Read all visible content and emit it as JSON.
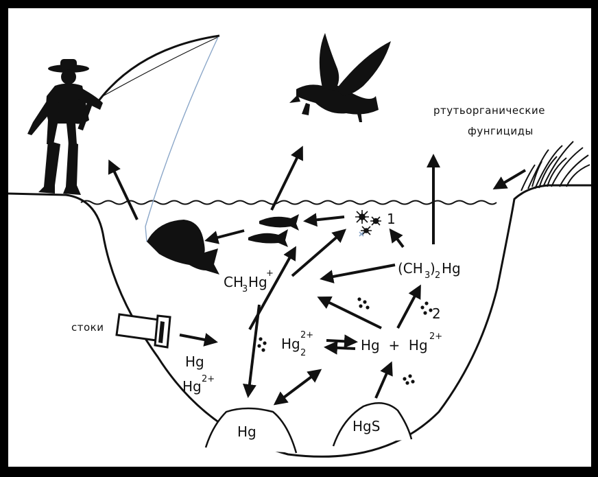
{
  "labels": {
    "organomercury_line1": "ртутьорганические",
    "organomercury_line2": "фунгициды",
    "runoff": "стоки",
    "methylmercury_base": "CH",
    "methylmercury_sub": "3",
    "methylmercury_hg": "Hg",
    "methylmercury_sup": "+",
    "dimethyl_open": "(CH",
    "dimethyl_sub": "3",
    "dimethyl_close": ")",
    "dimethyl_sub2": "2",
    "dimethyl_hg": "Hg",
    "mercurous_hg": "Hg",
    "mercurous_sup": "2+",
    "mercurous_sub": "2",
    "hg_plus": "Hg  +  Hg",
    "hg_plus_sup": "2+",
    "runoff_hg": "Hg",
    "runoff_hg2": "Hg",
    "runoff_hg2_sup": "2+",
    "sediment_hg": "Hg",
    "sediment_hgs": "HgS",
    "marker_1": "1",
    "marker_2": "2"
  },
  "colors": {
    "background": "#ffffff",
    "frame": "#000000",
    "ink": "#111111",
    "fishing_line": "#8aa6c8"
  }
}
